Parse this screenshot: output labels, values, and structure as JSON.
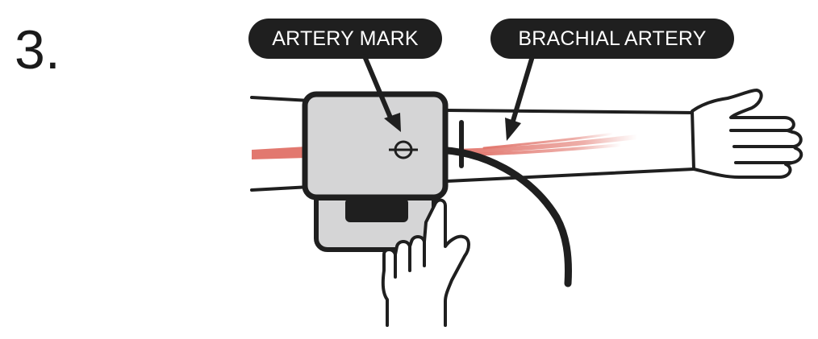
{
  "step": {
    "number": "3."
  },
  "callouts": {
    "artery_mark": "ARTERY MARK",
    "brachial_artery": "BRACHIAL ARTERY"
  },
  "colors": {
    "outline": "#1f1f1f",
    "cuff_fill": "#d5d5d6",
    "artery": "#e2786f",
    "callout_bg": "#1f1f1f",
    "callout_text": "#ffffff"
  }
}
